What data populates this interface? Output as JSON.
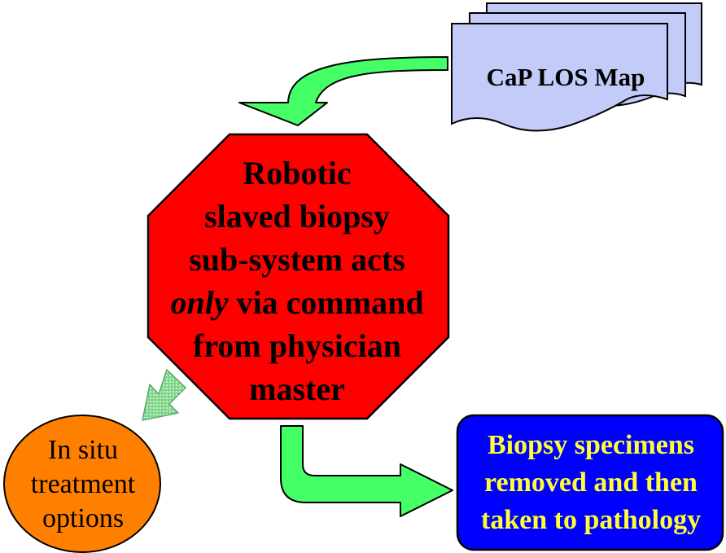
{
  "diagram": {
    "document": {
      "label": "CaP LOS Map",
      "fill": "#c3cbf8"
    },
    "octagon": {
      "line1": "Robotic",
      "line2": "slaved biopsy",
      "line3": "sub-system acts",
      "line4_italic": "only",
      "line4_rest": " via command",
      "line5": "from physician",
      "line6": "master",
      "fill": "#ff0000"
    },
    "circle": {
      "line1": "In situ",
      "line2": "treatment",
      "line3": "options",
      "fill": "#ff8000"
    },
    "box": {
      "line1": "Biopsy specimens",
      "line2": "removed and then",
      "line3": "taken to pathology",
      "fill": "#0000ff",
      "text_color": "#ffff33"
    },
    "arrow_color": "#44ff66"
  }
}
